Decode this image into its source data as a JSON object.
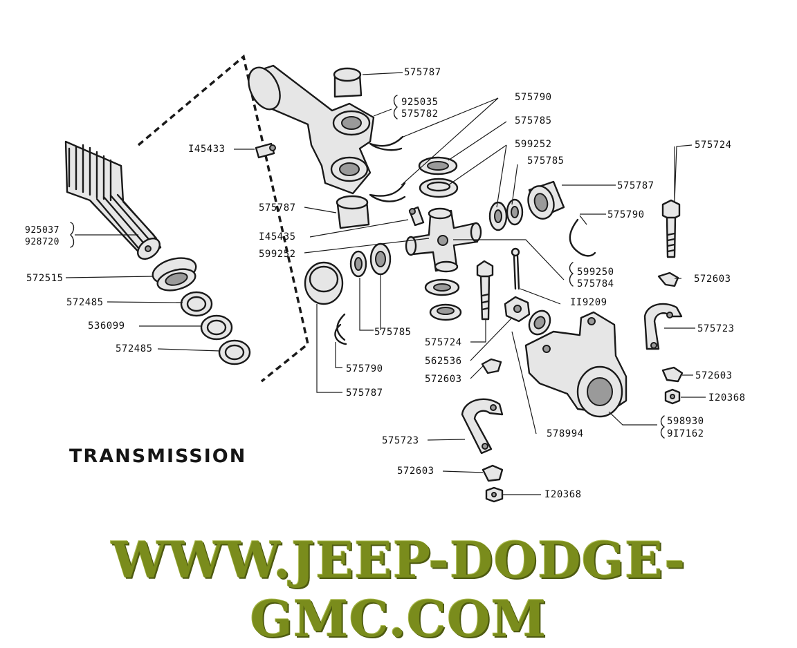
{
  "title": "TRANSMISSION",
  "watermark": "WWW.JEEP-DODGE-GMC.COM",
  "colors": {
    "watermark": "#7a8c1c",
    "ink": "#1a1a1a",
    "background": "#ffffff"
  },
  "part_numbers": {
    "p575787_a": "575787",
    "p925035": "925035",
    "p575782": "575782",
    "p575790_a": "575790",
    "p575785_a": "575785",
    "p599252_a": "599252",
    "p575785_b": "575785",
    "p575724_a": "575724",
    "p145433": "I45433",
    "p575787_b": "575787",
    "p575787_c": "575787",
    "p575790_b": "575790",
    "p145435": "I45435",
    "p599252_b": "599252",
    "p925037": "925037",
    "p928720": "928720",
    "p572515": "572515",
    "p572485_a": "572485",
    "p536099": "536099",
    "p572485_b": "572485",
    "p599250": "599250",
    "p575784": "575784",
    "p572603_a": "572603",
    "p119209": "II9209",
    "p575785_c": "575785",
    "p575723_a": "575723",
    "p575724_b": "575724",
    "p562536": "562536",
    "p575790_c": "575790",
    "p572603_b": "572603",
    "p572603_c": "572603",
    "p575787_d": "575787",
    "p120368_a": "I20368",
    "p598930": "598930",
    "p917162": "9I7162",
    "p578994": "578994",
    "p575723_b": "575723",
    "p572603_d": "572603",
    "p120368_b": "I20368"
  }
}
